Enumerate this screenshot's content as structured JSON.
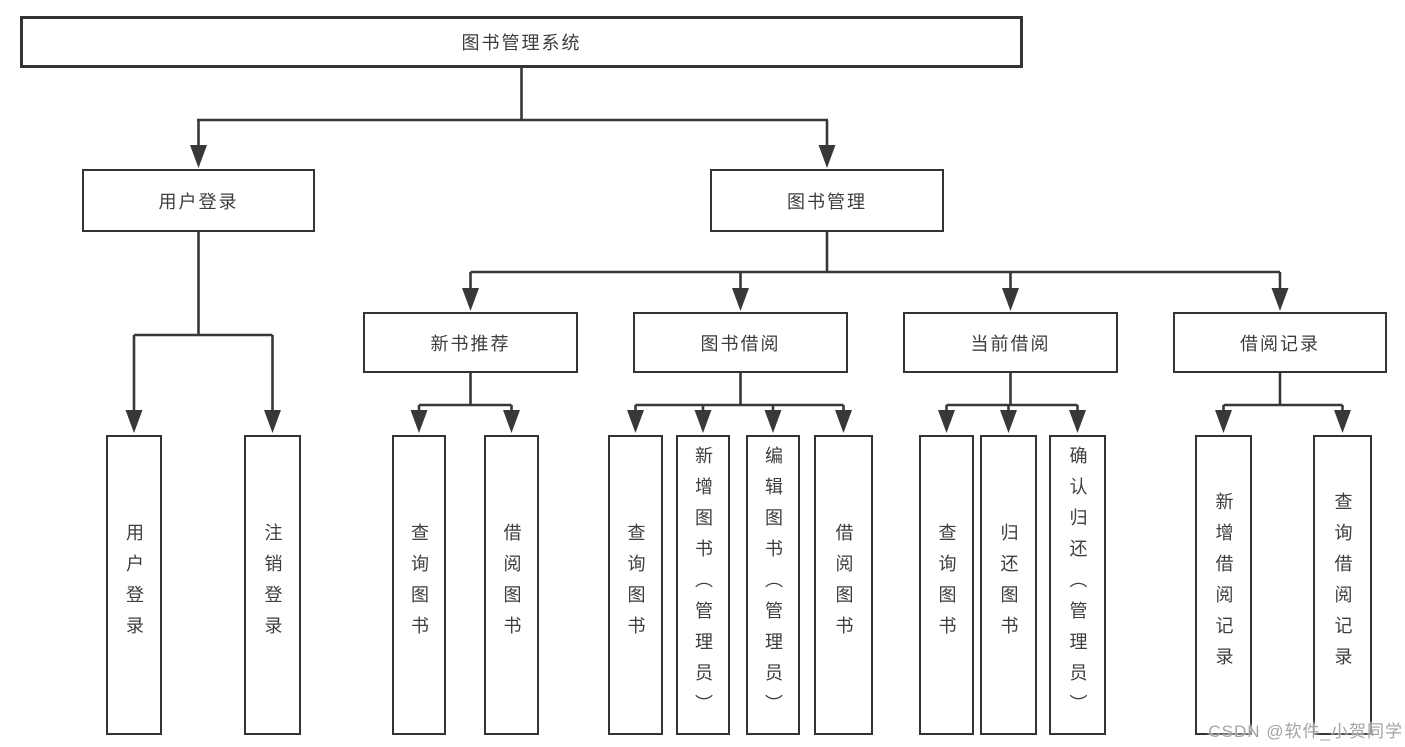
{
  "colors": {
    "line": "#383838",
    "box_border": "#333333",
    "text": "#3d3d3d",
    "background": "#ffffff",
    "watermark": "#9e9e9e"
  },
  "watermark": "CSDN @软件_小贺同学",
  "tree": {
    "root": "图书管理系统",
    "branches": [
      {
        "label": "用户登录",
        "children": [
          "用户登录",
          "注销登录"
        ]
      },
      {
        "label": "图书管理",
        "groups": [
          {
            "label": "新书推荐",
            "children": [
              "查询图书",
              "借阅图书"
            ]
          },
          {
            "label": "图书借阅",
            "children": [
              "查询图书",
              "新增图书（管理员）",
              "编辑图书（管理员）",
              "借阅图书"
            ]
          },
          {
            "label": "当前借阅",
            "children": [
              "查询图书",
              "归还图书",
              "确认归还（管理员）"
            ]
          },
          {
            "label": "借阅记录",
            "children": [
              "新增借阅记录",
              "查询借阅记录"
            ]
          }
        ]
      }
    ]
  }
}
